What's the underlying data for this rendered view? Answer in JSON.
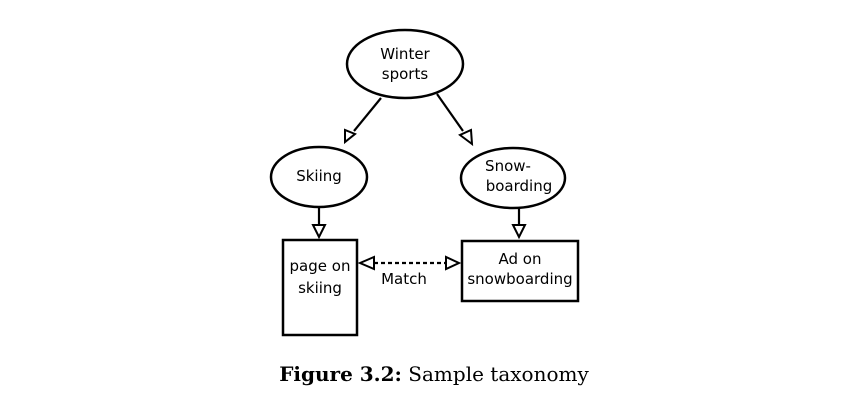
{
  "nodes": {
    "winter_sports": {
      "line1": "Winter",
      "line2": "sports"
    },
    "skiing": {
      "label": "Skiing"
    },
    "snowboarding": {
      "line1": "Snow-",
      "line2": "boarding"
    },
    "page_skiing": {
      "line1": "page on",
      "line2": "skiing"
    },
    "ad_snowboarding": {
      "line1": "Ad on",
      "line2": "snowboarding"
    }
  },
  "edges": {
    "match_label": "Match"
  },
  "caption": {
    "label": "Figure 3.2:",
    "text": " Sample taxonomy"
  },
  "colors": {
    "stroke": "#000000",
    "background": "#ffffff"
  }
}
